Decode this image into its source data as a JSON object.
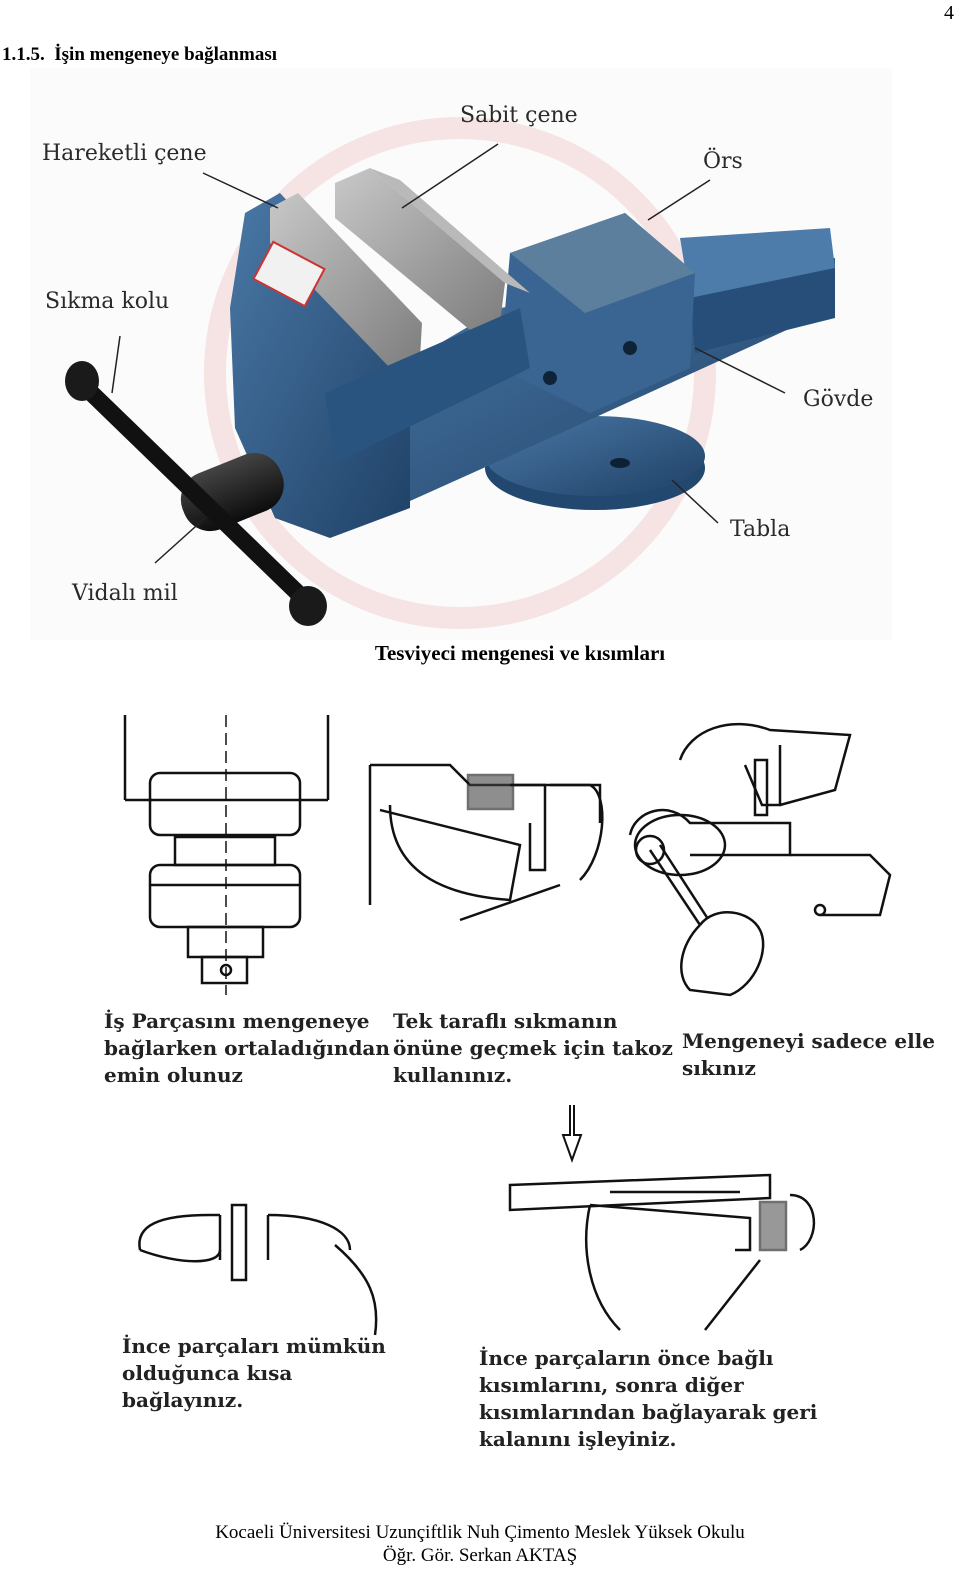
{
  "page_number": "4",
  "section": {
    "number": "1.1.5.",
    "title": "İşin mengeneye bağlanması"
  },
  "vise_figure": {
    "labels": {
      "moving_jaw": "Hareketli çene",
      "fixed_jaw": "Sabit çene",
      "anvil": "Örs",
      "handle": "Sıkma kolu",
      "body": "Gövde",
      "base": "Tabla",
      "screw": "Vidalı mil"
    },
    "caption": "Tesviyeci mengenesi ve kısımları",
    "colors": {
      "vise_blue": "#2f5a86",
      "jaw_gray": "#9a9a9a",
      "handle_black": "#151515"
    }
  },
  "tips": {
    "center": [
      "İş Parçasını mengeneye",
      "bağlarken ortaladığından",
      "emin olunuz"
    ],
    "shim": [
      "Tek taraflı sıkmanın",
      "önüne geçmek için takoz",
      "kullanınız."
    ],
    "hand": [
      "Mengeneyi sadece elle",
      "sıkınız"
    ],
    "short": [
      "İnce parçaları mümkün",
      "olduğunca kısa",
      "bağlayınız."
    ],
    "long": [
      "İnce parçaların önce bağlı",
      "kısımlarını, sonra diğer",
      "kısımlarından bağlayarak geri",
      "kalanını işleyiniz."
    ]
  },
  "footer": {
    "line1": "Kocaeli Üniversitesi Uzunçiftlik Nuh Çimento Meslek Yüksek Okulu",
    "line2": "Öğr. Gör. Serkan AKTAŞ"
  }
}
